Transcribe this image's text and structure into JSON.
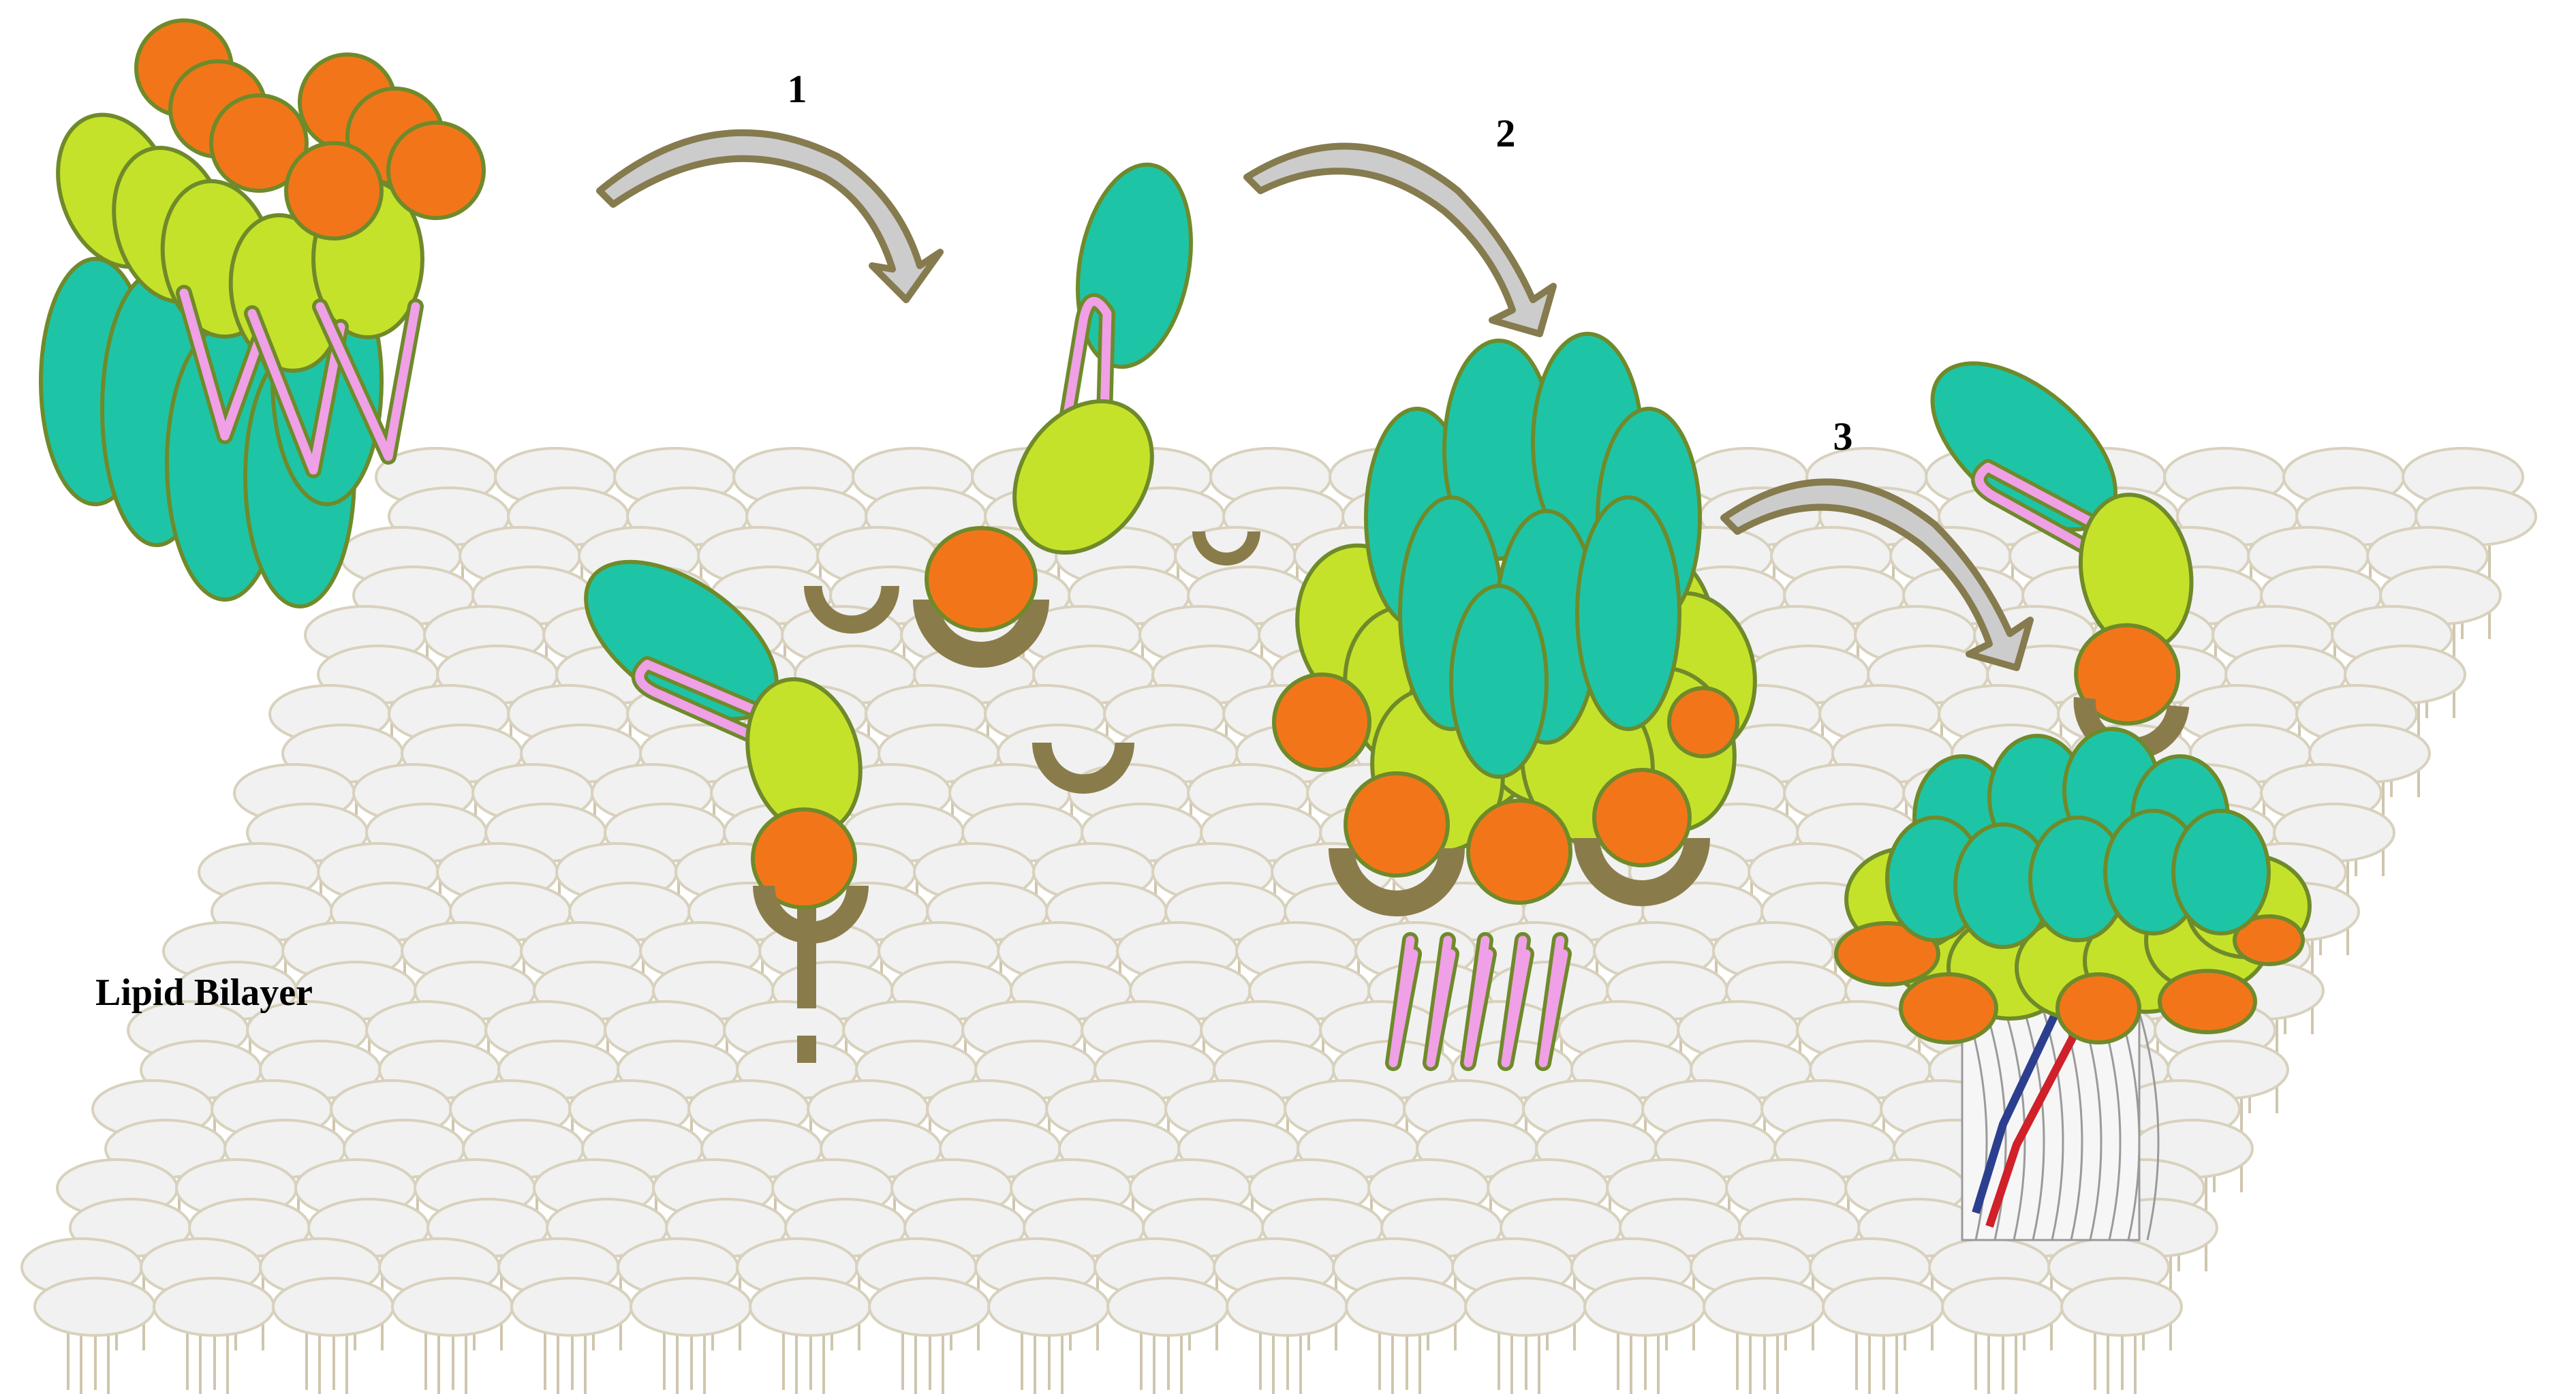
{
  "diagram": {
    "step_labels": [
      "1",
      "2",
      "3"
    ],
    "bilayer_label": "Lipid Bilayer"
  },
  "colors": {
    "domain_teal": "#1dc5a6",
    "domain_lime": "#c5e22a",
    "domain_orange": "#f27619",
    "outline_olive": "#6f8a2a",
    "hairpin_pink": "#f0a0e6",
    "receptor_olive": "#8a7c4a",
    "arrow_fill": "#cccccc",
    "arrow_stroke": "#857b4e",
    "lipid_head": "#f1f1f1",
    "lipid_outline": "#d8d1bd",
    "lipid_tail": "#cfc6ae",
    "pore_red": "#d0202a",
    "pore_blue": "#2c3f8f",
    "pore_gray": "#9a9a9a"
  },
  "icons": {
    "arrows": [
      "curved-arrow-icon",
      "curved-arrow-icon",
      "curved-arrow-icon"
    ]
  }
}
